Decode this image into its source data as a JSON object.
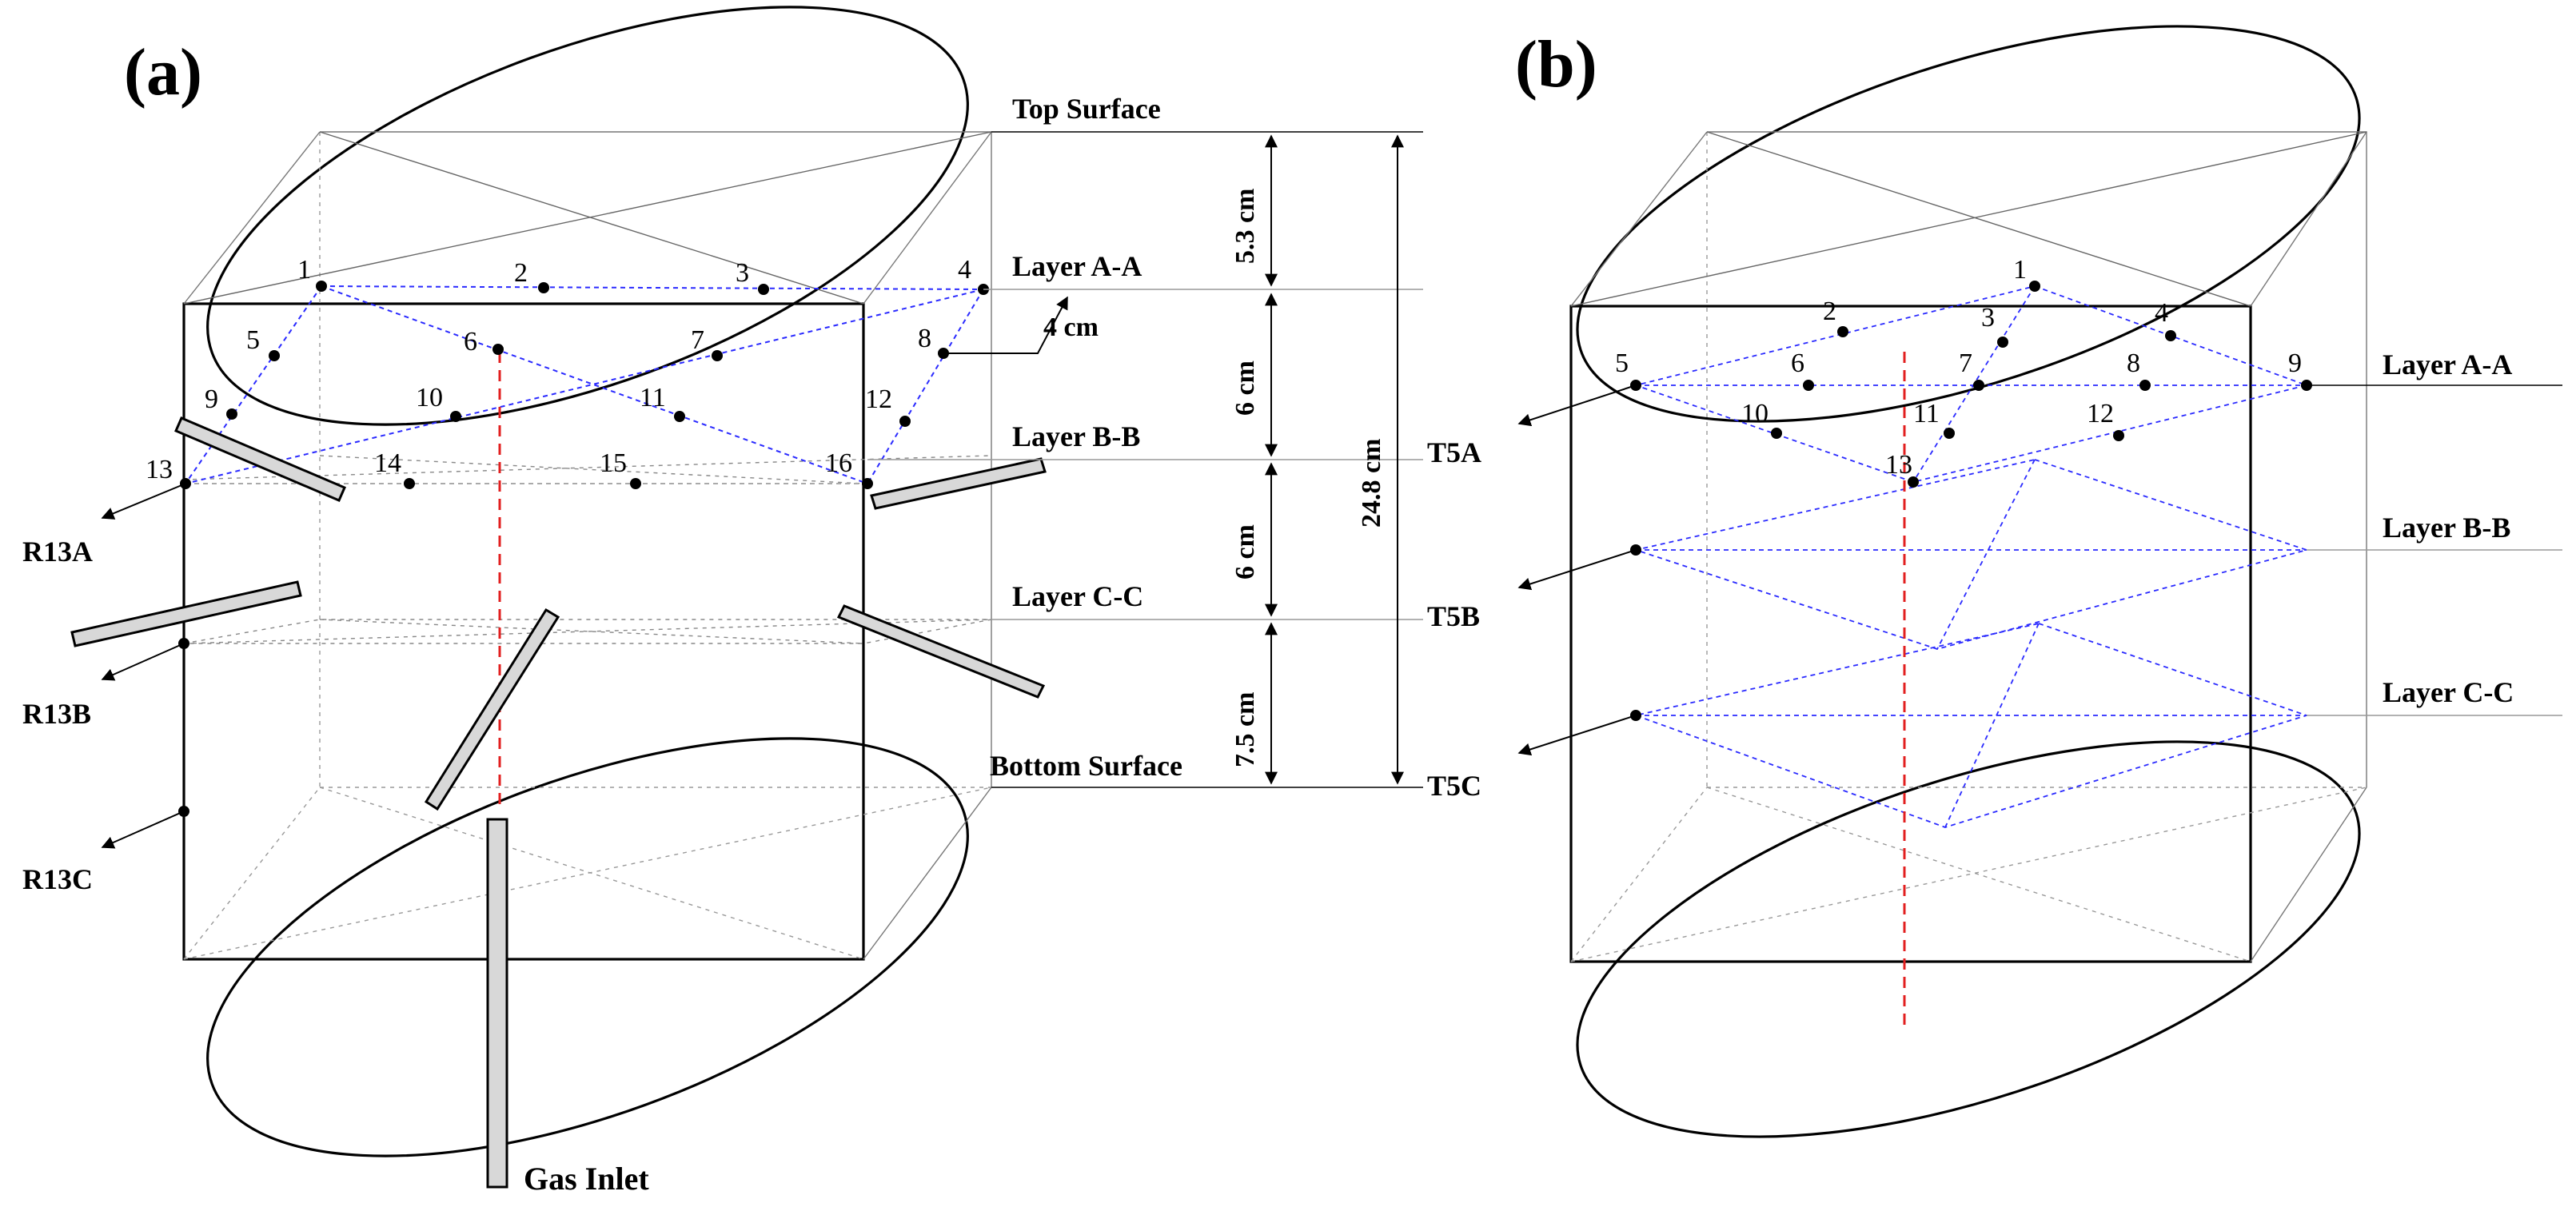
{
  "figure": {
    "panel_a": {
      "tag": "(a)",
      "points": [
        "1",
        "2",
        "3",
        "4",
        "5",
        "6",
        "7",
        "8",
        "9",
        "10",
        "11",
        "12",
        "13",
        "14",
        "15",
        "16"
      ],
      "surfaces": {
        "top": "Top Surface",
        "bottom": "Bottom Surface"
      },
      "layers": {
        "a": "Layer A-A",
        "b": "Layer B-B",
        "c": "Layer C-C"
      },
      "probe_offset": "4 cm",
      "dimensions": {
        "d1": "5.3 cm",
        "d2": "6 cm",
        "d3": "6 cm",
        "d4": "7.5 cm",
        "total": "24.8 cm"
      },
      "probes": {
        "r13a": "R13A",
        "r13b": "R13B",
        "r13c": "R13C"
      },
      "inlet": "Gas Inlet"
    },
    "panel_b": {
      "tag": "(b)",
      "points": [
        "1",
        "2",
        "3",
        "4",
        "5",
        "6",
        "7",
        "8",
        "9",
        "10",
        "11",
        "12",
        "13"
      ],
      "layers": {
        "a": "Layer A-A",
        "b": "Layer B-B",
        "c": "Layer C-C"
      },
      "probes": {
        "t5a": "T5A",
        "t5b": "T5B",
        "t5c": "T5C"
      }
    },
    "colors": {
      "line": "#000000",
      "guide": "#2a2aff",
      "axis": "#e21f1f",
      "tube_fill": "#d8d8d8"
    }
  }
}
